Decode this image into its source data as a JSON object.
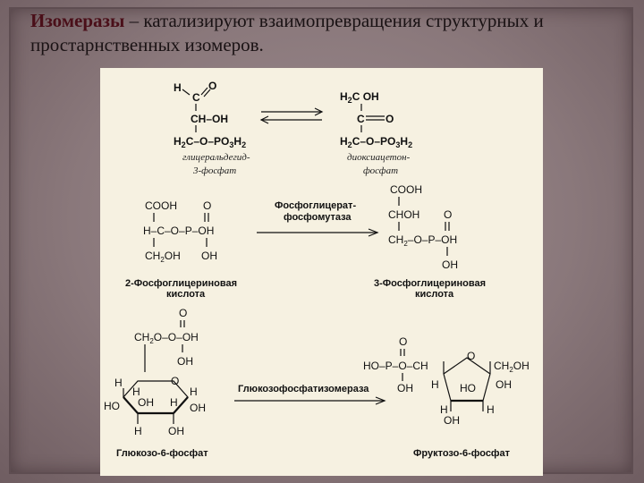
{
  "title": {
    "highlight": "Изомеразы",
    "rest": " – катализируют взаимопревращения структурных и простарнственных изомеров."
  },
  "reaction1": {
    "left_label_1": "глицеральдегид-",
    "left_label_2": "3-фосфат",
    "right_label_1": "диоксиацетон-",
    "right_label_2": "фосфат"
  },
  "reaction2": {
    "enzyme_1": "Фосфоглицерат-",
    "enzyme_2": "фосфомутаза",
    "left_caption_1": "2-Фосфоглицериновая",
    "left_caption_2": "кислота",
    "right_caption_1": "3-Фосфоглицериновая",
    "right_caption_2": "кислота"
  },
  "reaction3": {
    "enzyme": "Глюкозофосфатизомераза",
    "left_caption": "Глюкозо-6-фосфат",
    "right_caption": "Фруктозо-6-фосфат"
  },
  "colors": {
    "background": "#7d6a6e",
    "panel": "#f6f1e1",
    "title_highlight": "#4a0f19"
  }
}
